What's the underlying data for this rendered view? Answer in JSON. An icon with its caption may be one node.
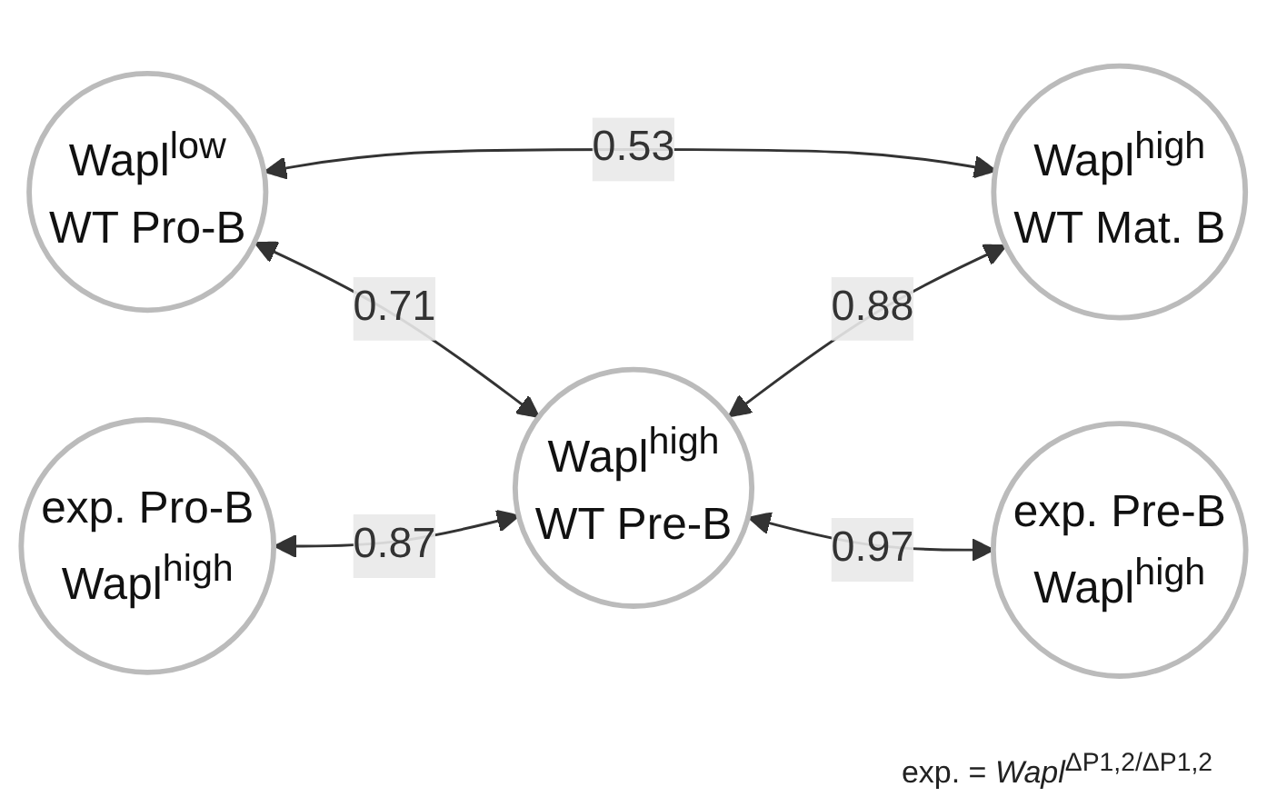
{
  "diagram": {
    "nodes": [
      {
        "text": [
          "Wapl$^{low}$",
          "WT Pro-B"
        ]
      },
      {
        "text": [
          "Wapl$^{high}$",
          "WT Pre-B"
        ]
      },
      {
        "text": [
          "Wapl$^{high}$",
          "WT Mat. B"
        ]
      },
      {
        "text": [
          "exp. Pro-B",
          "Wapl$^{high}$"
        ]
      },
      {
        "text": [
          "exp. Pre-B",
          "Wapl$^{high}$"
        ]
      }
    ],
    "edges": [
      {
        "from": 0,
        "to": 2,
        "arrow": "both",
        "label": "0.53"
      },
      {
        "from": 0,
        "to": 1,
        "arrow": "both",
        "label": "0.71"
      },
      {
        "from": 1,
        "to": 2,
        "arrow": "both",
        "label": "0.88"
      },
      {
        "from": 1,
        "to": 4,
        "arrow": "both",
        "label": "0.97"
      },
      {
        "from": 3,
        "to": 1,
        "arrow": "both",
        "label": "0.87"
      }
    ],
    "labels": [
      "exp. = *Wapl*$^{ΔP1,2/ΔP1,2}$"
    ]
  }
}
